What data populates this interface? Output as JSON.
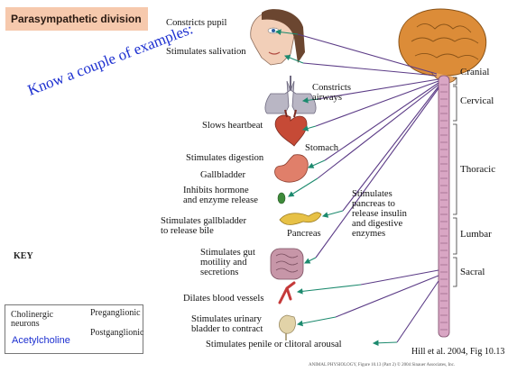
{
  "title": "Parasympathetic division",
  "overlay_note": "Know a couple of examples:",
  "effects": {
    "pupil": "Constricts pupil",
    "salivation": "Stimulates salivation",
    "airways": "Constricts\nairways",
    "heartbeat": "Slows heartbeat",
    "stomach": "Stomach",
    "digestion": "Stimulates digestion",
    "gallbladder": "Gallbladder",
    "hormone": "Inhibits hormone\nand enzyme release",
    "bile": "Stimulates gallbladder\nto release bile",
    "pancreas": "Pancreas",
    "insulin": "Stimulates\npancreas to\nrelease insulin\nand digestive\nenzymes",
    "gut": "Stimulates gut\nmotility and\nsecretions",
    "vessels": "Dilates blood vessels",
    "bladder": "Stimulates urinary\nbladder to contract",
    "arousal": "Stimulates penile or clitoral arousal"
  },
  "regions": {
    "cranial": "Cranial",
    "cervical": "Cervical",
    "thoracic": "Thoracic",
    "lumbar": "Lumbar",
    "sacral": "Sacral"
  },
  "key": {
    "heading": "KEY",
    "neurons": "Cholinergic\nneurons",
    "pre": "Preganglionic",
    "post": "Postganglionic",
    "transmitter": "Acetylcholine"
  },
  "citation": "Hill et al. 2004, Fig 10.13",
  "credit": "ANIMAL PHYSIOLOGY, Figure 10.13 (Part 2)  © 2004 Sinauer Associates, Inc.",
  "colors": {
    "title_bg": "#f6c9ad",
    "note": "#1c2fd0",
    "preganglionic": "#5b3b86",
    "postganglionic": "#1c8a6e",
    "brain": "#d98a34",
    "spine": "#c98bb0"
  }
}
